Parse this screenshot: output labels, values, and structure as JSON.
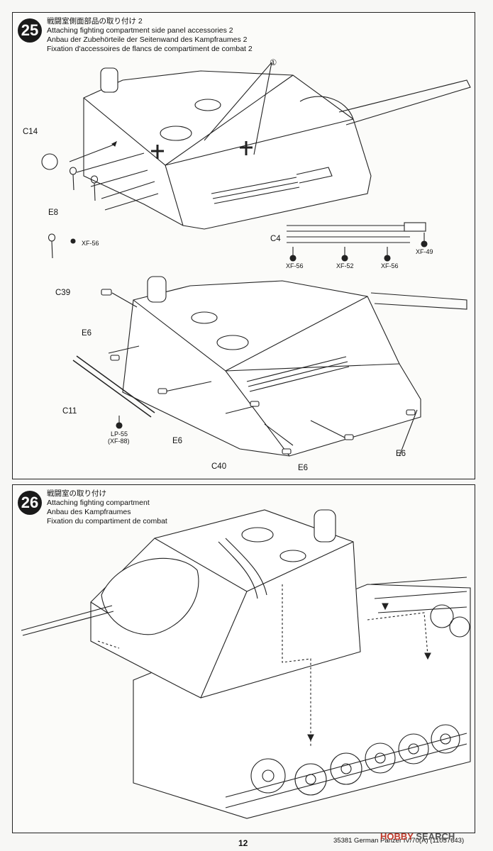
{
  "step25": {
    "number": "25",
    "title_ja": "戦闘室側面部品の取り付け 2",
    "title_en": "Attaching fighting compartment side panel accessories 2",
    "title_de": "Anbau der Zubehörteile der Seitenwand des Kampfraumes 2",
    "title_fr": "Fixation d'accessoires de flancs de compartiment de combat 2",
    "callout_circle": "①",
    "labels": {
      "c14": "C14",
      "e8": "E8",
      "xf56_top": "XF-56",
      "c4": "C4",
      "xf56_a": "XF-56",
      "xf52": "XF-52",
      "xf56_b": "XF-56",
      "xf49": "XF-49",
      "c39": "C39",
      "e6_a": "E6",
      "c11": "C11",
      "lp55": "LP-55",
      "xf88": "(XF-88)",
      "e6_b": "E6",
      "c40": "C40",
      "e6_c": "E6",
      "e6_d": "E6"
    }
  },
  "step26": {
    "number": "26",
    "title_ja": "戦闘室の取り付け",
    "title_en": "Attaching fighting compartment",
    "title_de": "Anbau des Kampfraumes",
    "title_fr": "Fixation du compartiment de combat"
  },
  "footer": {
    "page_number": "12",
    "product": "35381  German Panzer IV/70(A) (11057643)",
    "brand_a": "HOBBY",
    "brand_b": "SEARCH"
  },
  "colors": {
    "line": "#222222",
    "step_badge": "#1a1a1a",
    "brand": "#c0392b"
  }
}
